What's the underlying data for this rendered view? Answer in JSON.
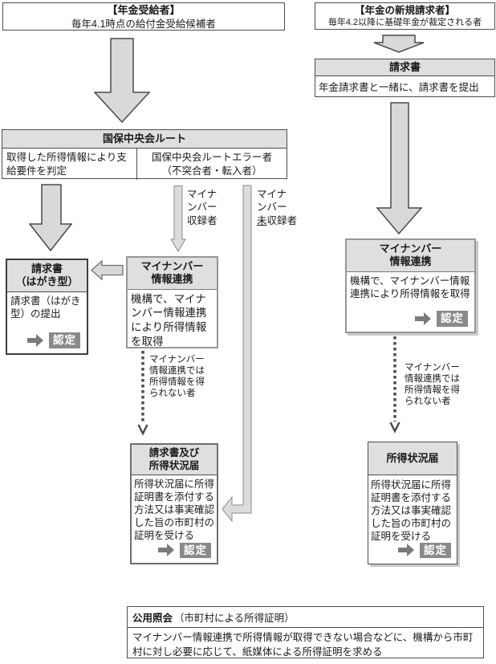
{
  "pensioner": {
    "title": "【年金受給者】",
    "subtitle": "毎年4.1時点の給付金受給候補者"
  },
  "new_claimant": {
    "title": "【年金の新規請求者】",
    "subtitle": "毎年4.2以降に基礎年金が裁定される者"
  },
  "kokuho": {
    "header": "国保中央会ルート",
    "left_cell": "取得した所得情報により支給要件を判定",
    "right_cell": "国保中央会ルートエラー者\n（不突合者・転入者）"
  },
  "branch_labels": {
    "recorded": [
      "マイナ",
      "ンバー",
      "収録者"
    ],
    "unrecorded": [
      "マイナ",
      "ンバー",
      "未収録者"
    ]
  },
  "no_income_label": [
    "マイナンバー",
    "情報連携では",
    "所得情報を得",
    "られない者"
  ],
  "hagaki": {
    "header_line1": "請求書",
    "header_line2": "（はがき型）",
    "body": "請求書（はがき型）の提出",
    "badge": "認定"
  },
  "mynumber_left": {
    "header_line1": "マイナンバー",
    "header_line2": "情報連携",
    "body": "機構で、マイナンバー情報連携により所得情報を取得"
  },
  "seikyu_shotoku": {
    "header_line1": "請求書及び",
    "header_line2": "所得状況届",
    "body": "所得状況届に所得証明書を添付する方法又は事実確認した旨の市町村の証明を受ける",
    "badge": "認定"
  },
  "seikyusho": {
    "header": "請求書",
    "body": "年金請求書と一緒に、請求書を提出"
  },
  "mynumber_right": {
    "header_line1": "マイナンバー",
    "header_line2": "情報連携",
    "body": "機構で、マイナンバー情報連携により所得情報を取得",
    "badge": "認定"
  },
  "shotoku": {
    "header": "所得状況届",
    "body": "所得状況届に所得証明書を添付する方法又は事実確認した旨の市町村の証明を受ける",
    "badge": "認定"
  },
  "koyo": {
    "header_bold": "公用照会",
    "header_rest": "（市町村による所得証明）",
    "body": "マイナンバー情報連携で所得情報が取得できない場合などに、機構から市町村に対し必要に応じて、紙媒体による所得証明を求める"
  },
  "colors": {
    "header_fill": "#dfdfdf",
    "arrow_fill": "#d9d9d9",
    "badge_bg": "#8a8a8a",
    "badge_text": "#ffffff"
  }
}
